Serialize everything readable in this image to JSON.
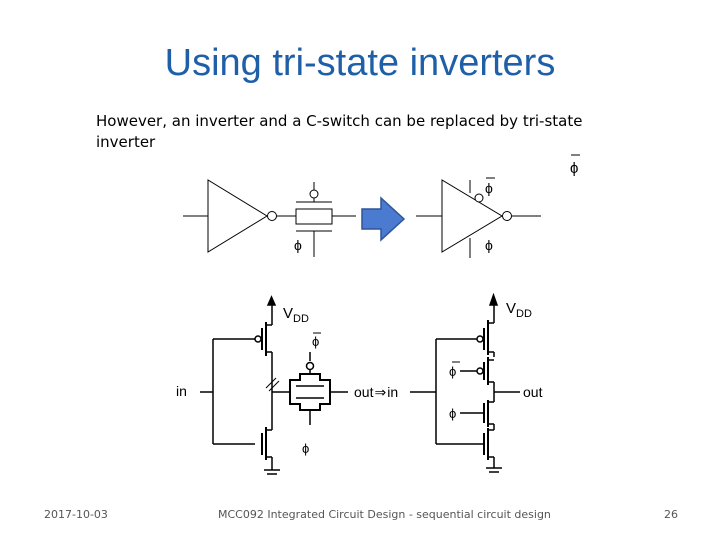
{
  "slide": {
    "title": "Using tri-state inverters",
    "body": "However, an inverter and a C-switch can be replaced by tri-state inverter"
  },
  "symbols": {
    "phi": "ϕ",
    "phi_bar": "ϕ",
    "phi_bar_side": "ϕ"
  },
  "circuit_labels": {
    "in_left": "in",
    "out_left": "out",
    "implies": "⇒",
    "in_right": "in",
    "out_right": "out",
    "vdd_left_main": "V",
    "vdd_left_sub": "DD",
    "vdd_right_main": "V",
    "vdd_right_sub": "DD",
    "phi_bar_left": "ϕ",
    "phi_left": "ϕ",
    "phi_bar_right": "ϕ",
    "phi_right": "ϕ"
  },
  "footer": {
    "date": "2017-10-03",
    "course": "MCC092 Integrated Circuit Design - sequential circuit design",
    "page": "26"
  },
  "colors": {
    "title": "#1f5fa8",
    "arrow_fill": "#4a7bd1",
    "arrow_stroke": "#2f5597"
  }
}
